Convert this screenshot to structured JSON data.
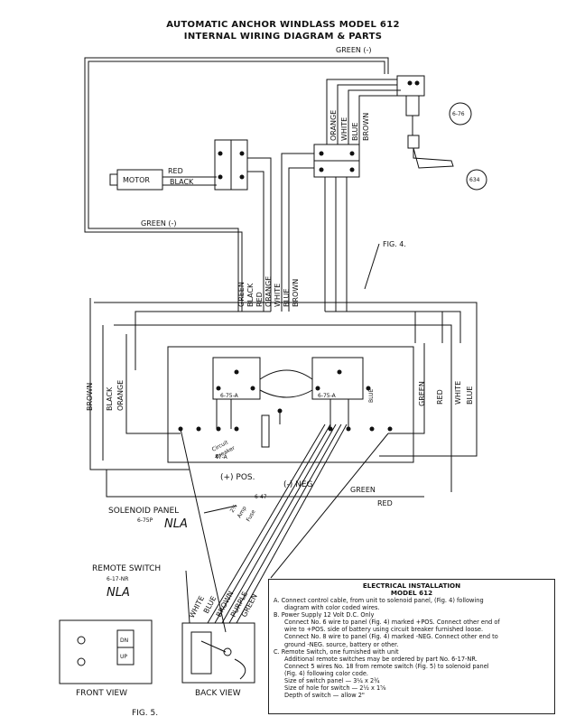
{
  "title_line1": "AUTOMATIC ANCHOR WINDLASS MODEL 612",
  "title_line2": "INTERNAL WIRING DIAGRAM & PARTS",
  "labels": {
    "green_top": "GREEN (-)",
    "orange": "ORANGE",
    "white": "WHITE",
    "blue": "BLUE",
    "brown": "BROWN",
    "red": "RED",
    "black": "BLACK",
    "motor": "MOTOR",
    "green_left": "GREEN (-)",
    "part_676": "6-76",
    "part_634": "634",
    "fig4": "FIG. 4.",
    "cable_green": "GREEN",
    "cable_black": "BLACK",
    "cable_red": "RED",
    "cable_orange": "ORANGE",
    "cable_white": "WHITE",
    "cable_blue": "BLUE",
    "cable_brown": "BROWN",
    "panel_brown": "BROWN",
    "panel_black": "BLACK",
    "panel_orange": "ORANGE",
    "panel_green": "GREEN",
    "panel_red": "RED",
    "panel_white": "WHITE",
    "panel_blue": "BLUE",
    "sol_left": "6-75-A",
    "sol_right": "6-75-A",
    "sol_blue": "BLUE",
    "breaker_line1": "Circuit",
    "breaker_line2": "Breaker",
    "breaker_part": "47-A",
    "pos": "(+) POS.",
    "neg": "(-) NEG",
    "fuse_part": "6-47",
    "fuse_line1": "2½",
    "fuse_line2": "Amp",
    "fuse_line3": "Fuse",
    "green_bottom": "GREEN",
    "red_bottom": "RED",
    "solenoid_panel": "SOLENOID PANEL",
    "solenoid_part": "6-75P",
    "solenoid_nla": "NLA",
    "remote_switch": "REMOTE SWITCH",
    "remote_part": "6-17-NR",
    "remote_nla": "NLA",
    "rw_white": "WHITE",
    "rw_blue": "BLUE",
    "rw_brown": "BROWN",
    "rw_purple": "PURPLE",
    "rw_green": "GREEN",
    "front_view": "FRONT VIEW",
    "back_view": "BACK VIEW",
    "fig5": "FIG. 5.",
    "switch_dn": "DN",
    "switch_up": "UP"
  },
  "instructions": {
    "heading1": "ELECTRICAL INSTALLATION",
    "heading2": "MODEL 612",
    "lines": [
      "A. Connect control cable, from unit to solenoid panel, (Fig. 4) following",
      "diagram with color coded wires.",
      "B. Power Supply 12 Volt D.C. Only",
      "Connect No. 6 wire to panel (Fig. 4) marked +POS. Connect other end of",
      "wire to +POS. side of battery using circuit breaker furnished loose.",
      "Connect No. 8 wire to panel (Fig. 4) marked -NEG. Connect other end to",
      "ground -NEG. source, battery or other.",
      "C. Remote Switch, one furnished with unit",
      "Additional remote switches may be ordered by part No. 6-17-NR.",
      "Connect 5 wires No. 18 from remote switch (Fig. 5) to solenoid panel",
      "(Fig. 4) following color code.",
      "Size of switch panel — 3¼ x 2¾",
      "Size of hole for switch — 2½ x 1⅝",
      "Depth of switch — allow 2\""
    ]
  }
}
